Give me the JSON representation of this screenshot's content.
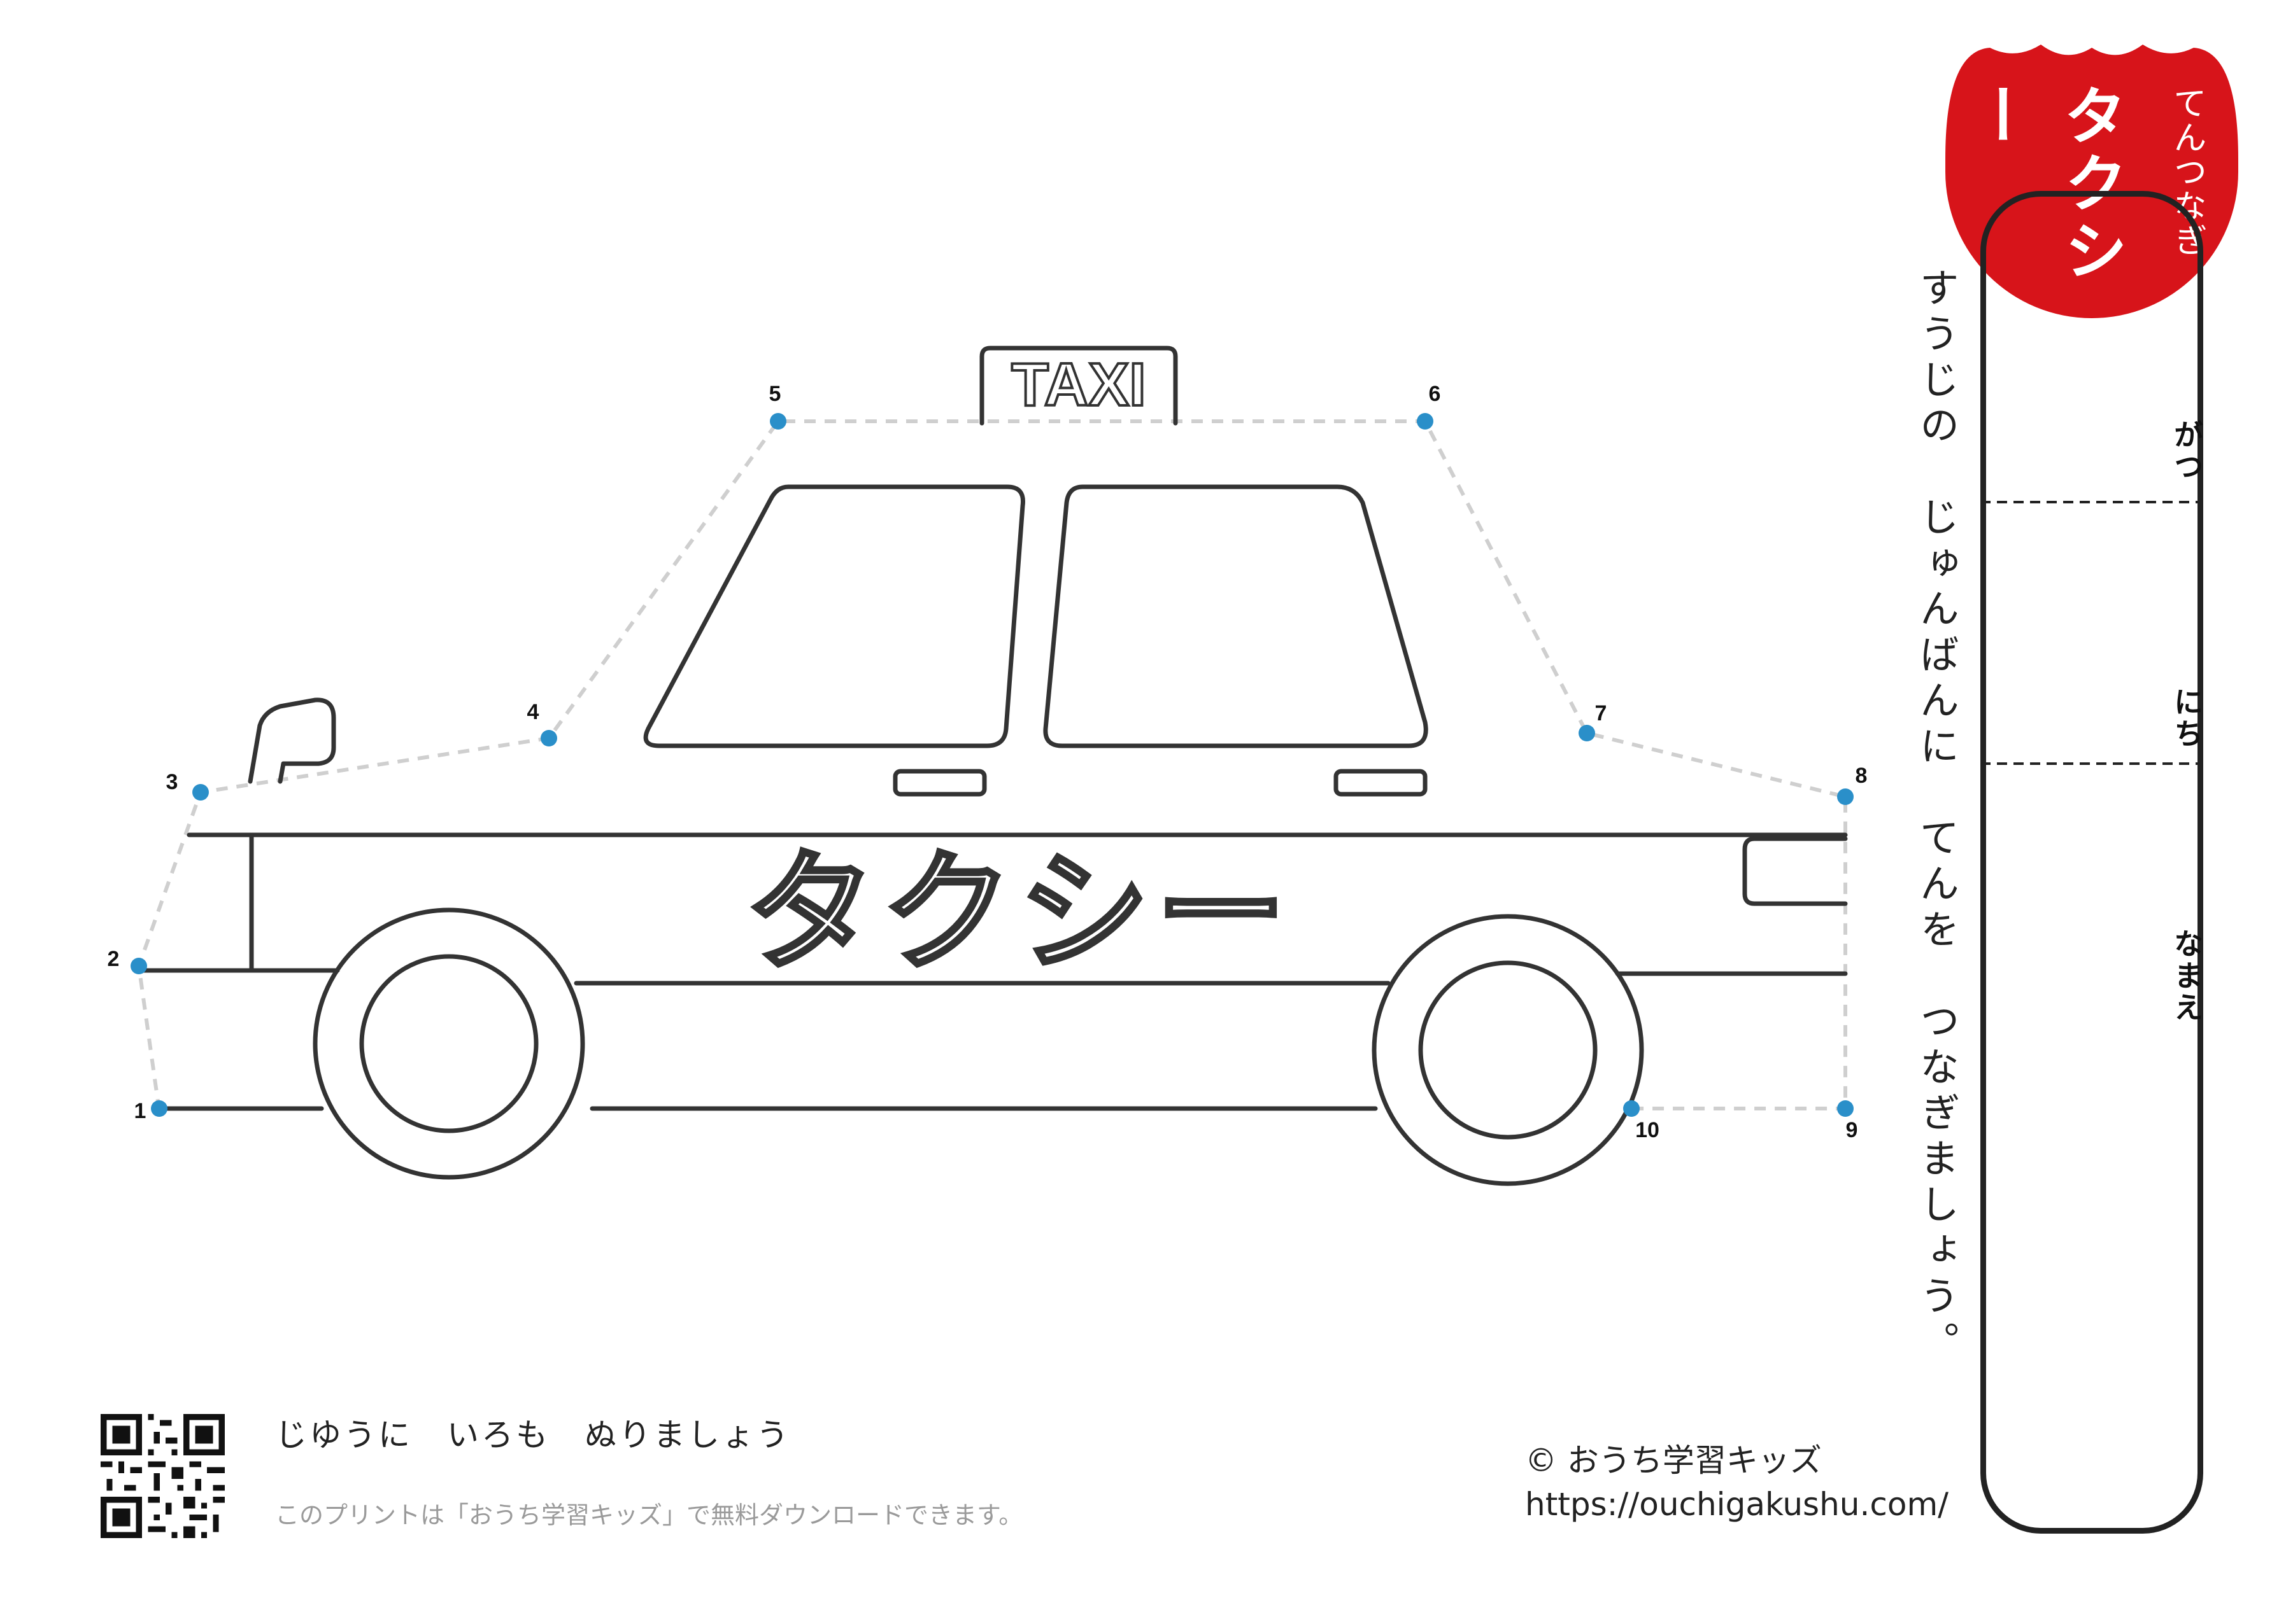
{
  "badge": {
    "title": "タクシー",
    "subtitle": "てんつなぎ",
    "color": "#d7141a"
  },
  "taxi_sign": "TAXI",
  "car_lettering": "タクシー",
  "instruction": "すうじの　じゅんばんに　てんを　つなぎましょう。",
  "fields": {
    "month": "がつ",
    "day": "にち",
    "name": "なまえ"
  },
  "dots": [
    {
      "label": "1"
    },
    {
      "label": "2"
    },
    {
      "label": "3"
    },
    {
      "label": "4"
    },
    {
      "label": "5"
    },
    {
      "label": "6"
    },
    {
      "label": "7"
    },
    {
      "label": "8"
    },
    {
      "label": "9"
    },
    {
      "label": "10"
    }
  ],
  "dot_color": "#2a8fc9",
  "footer": {
    "coloring_prompt": "じゆうに　いろも　ぬりましょう",
    "download_note": "このプリントは「おうち学習キッズ」で無料ダウンロードできます。",
    "copyright": "© おうち学習キッズ",
    "url": "https://ouchigakushu.com/"
  },
  "qr_icon": "qr-code-icon"
}
